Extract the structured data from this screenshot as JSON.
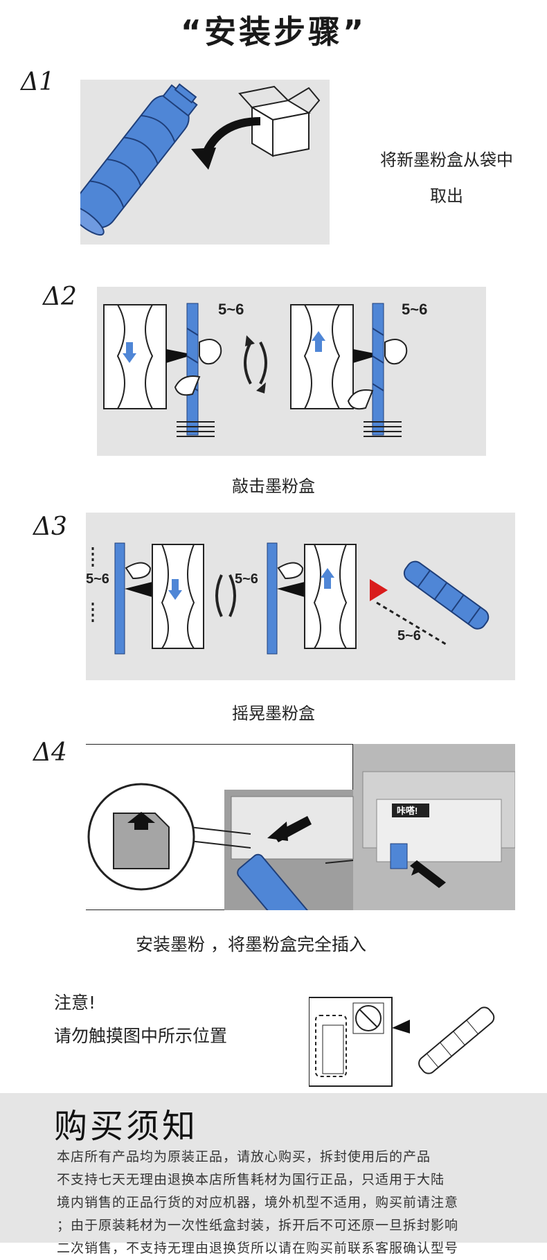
{
  "page_title": "“安装步骤”",
  "steps": [
    {
      "num": "Δ1",
      "caption_lines": [
        "将新墨粉盒从袋中",
        "取出"
      ]
    },
    {
      "num": "Δ2",
      "caption": "敲击墨粉盒",
      "label_a": "5~6",
      "label_b": "5~6"
    },
    {
      "num": "Δ3",
      "caption": "摇晃墨粉盒",
      "label_a": "5~6",
      "label_b": "5~6",
      "label_c": "5~6"
    },
    {
      "num": "Δ4",
      "caption": "安装墨粉 ，将墨粉盒完全插入",
      "click_label": "咔嗒!"
    }
  ],
  "note": {
    "line1": "注意!",
    "line2": "请勿触摸图中所示位置"
  },
  "purchase": {
    "title": "购买须知",
    "lines": [
      "本店所有产品均为原装正品，请放心购买，拆封使用后的产品",
      "不支持七天无理由退换本店所售耗材为国行正品，只适用于大陆",
      "境内销售的正品行货的对应机器，境外机型不适用，购买前请注意",
      "；由于原装耗材为一次性纸盒封装，拆开后不可还原一旦拆封影响",
      "二次销售，不支持无理由退换货所以请在购买前联系客服确认型号"
    ]
  },
  "colors": {
    "toner_blue": "#4f86d6",
    "arrow_red": "#d91c1c",
    "panel_gray": "#e4e4e4"
  }
}
